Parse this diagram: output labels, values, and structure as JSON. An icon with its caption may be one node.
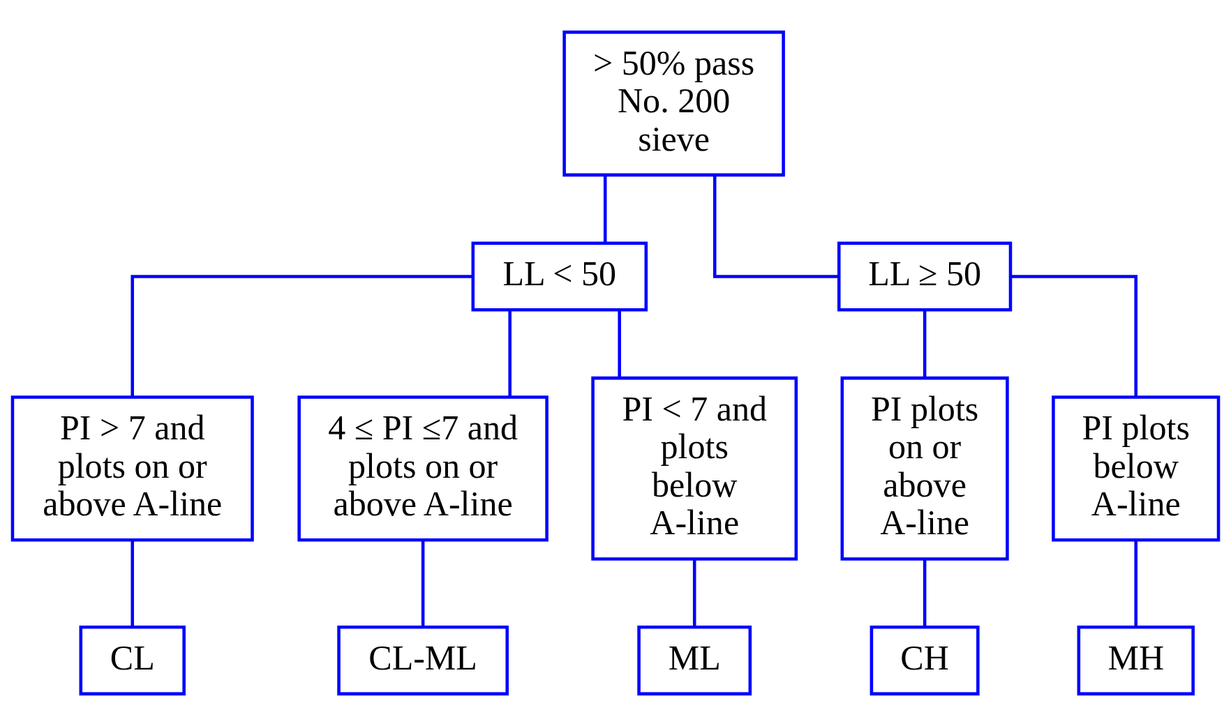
{
  "diagram": {
    "nodes": [
      {
        "text": [
          "> 50% pass No. 200 sieve"
        ]
      },
      {
        "text": [
          "LL < 50"
        ]
      },
      {
        "text": [
          "LL ≥ 50"
        ]
      },
      {
        "text": [
          "PI > 7 and plots on or above A-line"
        ]
      },
      {
        "text": [
          "4 ≤ PI ≤7 and plots on or above A-line"
        ]
      },
      {
        "text": [
          "PI < 7 and plots below A-line"
        ]
      },
      {
        "text": [
          "PI plots on or above A-line"
        ]
      },
      {
        "text": [
          "PI plots below A-line"
        ]
      },
      {
        "text": [
          "CL"
        ]
      },
      {
        "text": [
          "CL-ML"
        ]
      },
      {
        "text": [
          "ML"
        ]
      },
      {
        "text": [
          "CH"
        ]
      },
      {
        "text": [
          "MH"
        ]
      }
    ],
    "edges": [
      {
        "from": 0,
        "to": 1,
        "arrow": "none"
      },
      {
        "from": 0,
        "to": 2,
        "arrow": "none"
      },
      {
        "from": 1,
        "to": 3,
        "arrow": "none"
      },
      {
        "from": 1,
        "to": 4,
        "arrow": "none"
      },
      {
        "from": 1,
        "to": 5,
        "arrow": "none"
      },
      {
        "from": 2,
        "to": 6,
        "arrow": "none"
      },
      {
        "from": 2,
        "to": 7,
        "arrow": "none"
      },
      {
        "from": 3,
        "to": 8,
        "arrow": "none"
      },
      {
        "from": 4,
        "to": 9,
        "arrow": "none"
      },
      {
        "from": 5,
        "to": 10,
        "arrow": "none"
      },
      {
        "from": 6,
        "to": 11,
        "arrow": "none"
      },
      {
        "from": 7,
        "to": 12,
        "arrow": "none"
      }
    ]
  }
}
